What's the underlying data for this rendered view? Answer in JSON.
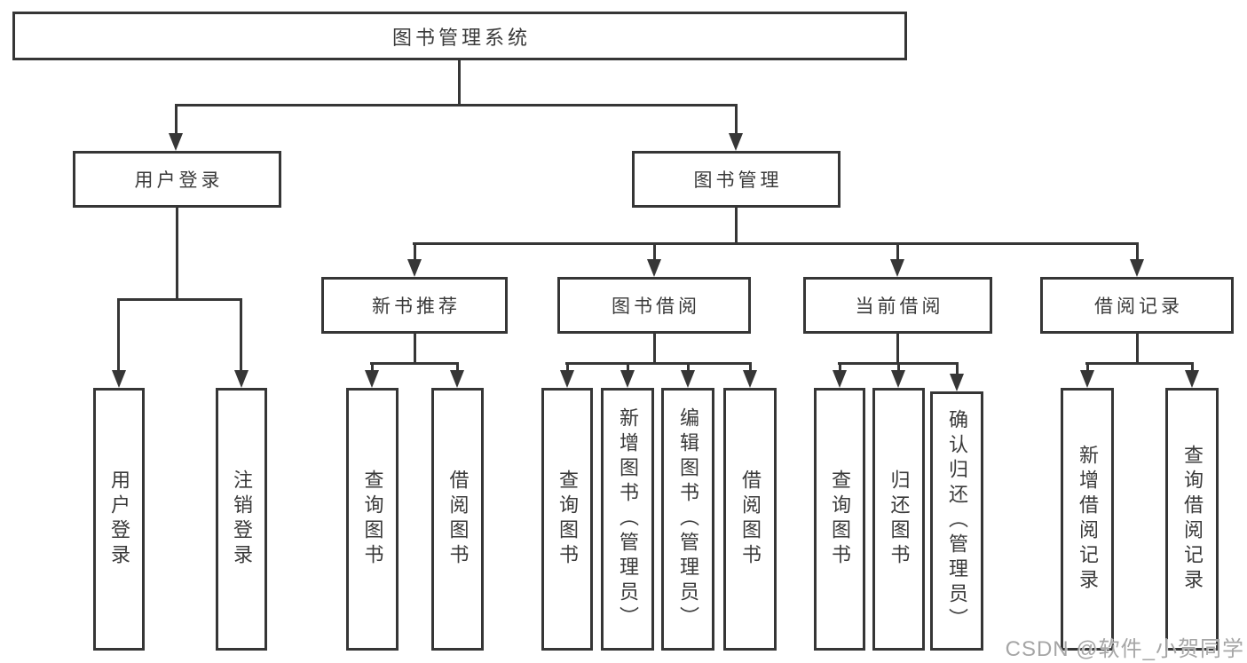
{
  "colors": {
    "line": "#363636",
    "text": "#3a3a3a",
    "background": "#ffffff",
    "watermark": "#a6a6a6"
  },
  "diagram": {
    "root": {
      "label": "图书管理系统"
    },
    "user_login": {
      "label": "用户登录",
      "children": {
        "login": {
          "label": "用户登录"
        },
        "logout": {
          "label": "注销登录"
        }
      }
    },
    "book_mgmt": {
      "label": "图书管理",
      "new_book": {
        "label": "新书推荐",
        "children": {
          "query": {
            "label": "查询图书"
          },
          "borrow": {
            "label": "借阅图书"
          }
        }
      },
      "borrowing": {
        "label": "图书借阅",
        "children": {
          "query": {
            "label": "查询图书"
          },
          "add": {
            "label": "新增图书（管理员）"
          },
          "edit": {
            "label": "编辑图书（管理员）"
          },
          "borrow": {
            "label": "借阅图书"
          }
        }
      },
      "current": {
        "label": "当前借阅",
        "children": {
          "query": {
            "label": "查询图书"
          },
          "return": {
            "label": "归还图书"
          },
          "confirm": {
            "label": "确认归还（管理员）"
          }
        }
      },
      "records": {
        "label": "借阅记录",
        "children": {
          "add": {
            "label": "新增借阅记录"
          },
          "query": {
            "label": "查询借阅记录"
          }
        }
      }
    }
  },
  "watermark": {
    "text": "CSDN @软件_小贺同学"
  }
}
